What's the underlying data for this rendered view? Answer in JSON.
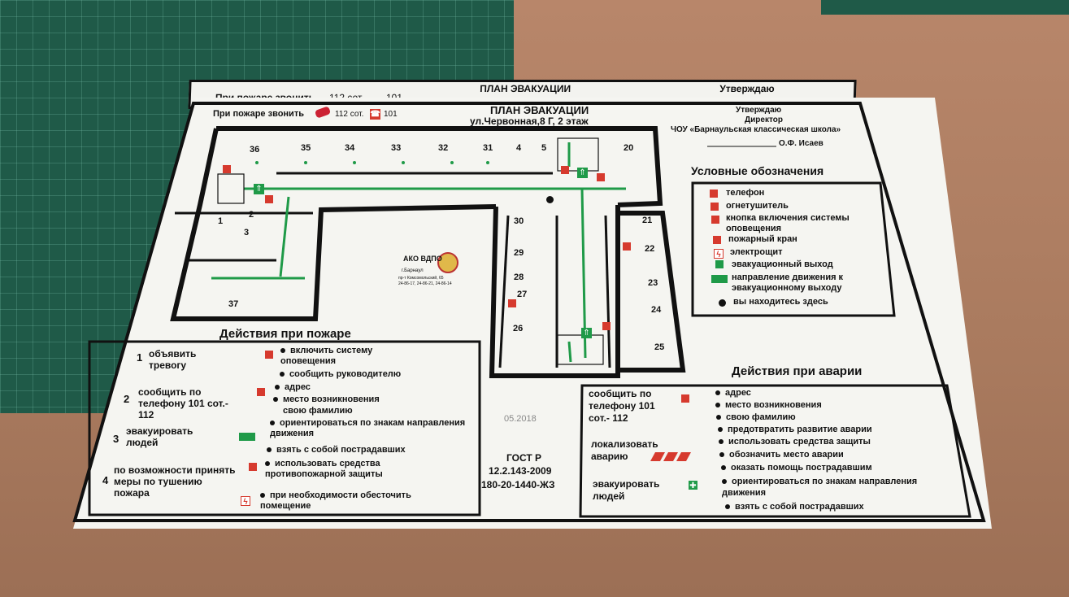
{
  "header": {
    "title": "ПЛАН ЭВАКУАЦИИ",
    "address": "ул.Червонная,8 Г, 2 этаж",
    "fire_call": "При пожаре звонить",
    "cell": "112 сот.",
    "phone": "101",
    "approve": "Утверждаю",
    "director": "Директор",
    "org": "ЧОУ «Барнаульская классическая школа»",
    "signature": "О.Ф. Исаев"
  },
  "back_header": {
    "title": "ПЛАН ЭВАКУАЦИИ",
    "fire_call": "При пожаре звонить",
    "cell": "112 сот.",
    "phone": "101",
    "approve": "Утверждаю"
  },
  "legend": {
    "title": "Условные обозначения",
    "items": [
      {
        "label": "телефон",
        "icon": "phone-icon"
      },
      {
        "label": "огнетушитель",
        "icon": "extinguisher-icon"
      },
      {
        "label": "кнопка включения системы оповещения",
        "icon": "alarm-button-icon"
      },
      {
        "label": "пожарный кран",
        "icon": "hydrant-icon"
      },
      {
        "label": "электрощит",
        "icon": "electric-panel-icon"
      },
      {
        "label": "эвакуационный выход",
        "icon": "exit-icon"
      },
      {
        "label": "направление движения к эвакуационному выходу",
        "icon": "direction-arrow-icon"
      },
      {
        "label": "вы находитесь здесь",
        "icon": "you-are-here-icon"
      }
    ]
  },
  "rooms": [
    "36",
    "35",
    "34",
    "33",
    "32",
    "31",
    "4",
    "5",
    "20",
    "1",
    "2",
    "3",
    "37",
    "30",
    "29",
    "28",
    "27",
    "26",
    "21",
    "22",
    "23",
    "24",
    "25"
  ],
  "logo": {
    "name": "АКО ВДПО",
    "city": "г.Барнаул",
    "street": "пр-т Комсомольский, 65",
    "phones": "24-86-17, 24-86-21, 24-86-14"
  },
  "fire_actions": {
    "title": "Действия при пожаре",
    "steps": [
      {
        "num": "1",
        "text": "объявить тревогу"
      },
      {
        "num": "2",
        "text": "сообщить по телефону 101 сот.- 112"
      },
      {
        "num": "3",
        "text": "эвакуировать людей"
      },
      {
        "num": "4",
        "text": "по возможности принять меры по тушению пожара"
      }
    ],
    "bullets": [
      "включить систему оповещения",
      "сообщить руководителю",
      "адрес",
      "место возникновения",
      "свою фамилию",
      "ориентироваться по знакам направления движения",
      "взять с собой пострадавших",
      "использовать средства противопожарной защиты",
      "при необходимости обесточить помещение"
    ]
  },
  "footer_center": {
    "date": "05.2018",
    "gost1": "ГОСТ Р",
    "gost2": "12.2.143-2009",
    "code": "180-20-1440-ЖЗ"
  },
  "accident_actions": {
    "title": "Действия при аварии",
    "left": [
      "сообщить по телефону 101 сот.- 112",
      "локализовать аварию",
      "эвакуировать людей"
    ],
    "bullets": [
      "адрес",
      "место возникновения",
      "свою фамилию",
      "предотвратить развитие аварии",
      "использовать средства защиты",
      "обозначить место аварии",
      "оказать помощь пострадавшим",
      "ориентироваться по знакам направления движения",
      "взять с собой пострадавших"
    ]
  },
  "colors": {
    "wall": "#111111",
    "arrow": "#1f9a48",
    "sign": "#d63a2e",
    "board": "#f5f5f1",
    "mat": "#1f5a48",
    "table": "#a97a5e"
  }
}
